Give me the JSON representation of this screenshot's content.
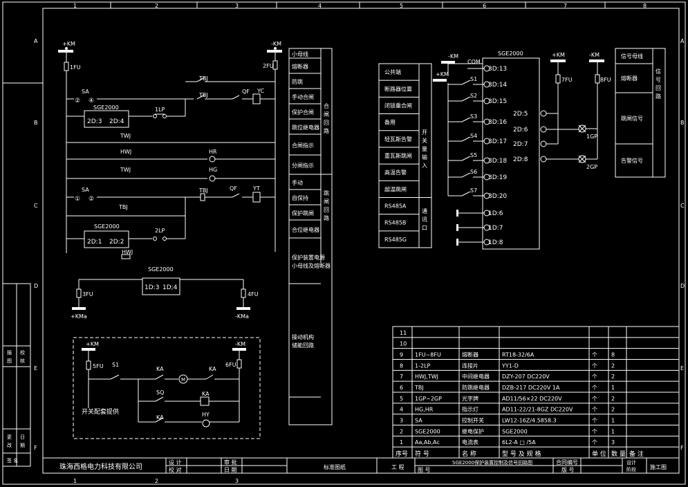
{
  "frame": {
    "columns": [
      "1",
      "2",
      "3",
      "4",
      "5",
      "6",
      "7",
      "8"
    ],
    "rows": [
      "A",
      "B",
      "C",
      "D",
      "E",
      "F"
    ]
  },
  "circuit": {
    "pos_bus": "+KM",
    "neg_bus": "-KM",
    "fuse1": "1FU",
    "fuse2": "2FU",
    "fuse3": "3FU",
    "fuse4": "4FU",
    "fuse5": "5FU",
    "fuse6": "6FU",
    "fuse7": "7FU",
    "fuse8": "8FU",
    "sa": "SA",
    "sa_pos2": "②",
    "sa_pos4": "④",
    "sa_pos1": "①",
    "sa_pos3": "②",
    "relay": "SGE2000",
    "term_2d3": "2D:3",
    "term_2d4": "2D:4",
    "term_2d1": "2D:1",
    "term_2d2": "2D:2",
    "lp1": "1LP",
    "lp2": "2LP",
    "tbj": "TBJ",
    "twj": "TWJ",
    "hwj": "HWJ",
    "hr": "HR",
    "hg": "HG",
    "qf": "QF",
    "yc": "YC",
    "yt": "YT",
    "kma_pos": "+KMa",
    "kma_neg": "-KMa",
    "term_1d3": "1D:3",
    "term_1d4": "1D;4",
    "s1": "S1",
    "ka": "KA",
    "sq": "SQ",
    "m": "M",
    "hy": "HY",
    "supplier_note": "开关配套提供"
  },
  "func_table": {
    "rows": [
      "小母线",
      "熔断器",
      "防跳",
      "手动合闸",
      "保护合闸",
      "跳位继电器",
      "合闸指示",
      "分闸指示",
      "手动",
      "自保持",
      "保护跳闸",
      "合位继电器",
      "保护装置电源\n小母线及熔断器",
      "操动机构\n储能回路"
    ],
    "group_close": "合\n闸\n回\n路",
    "group_trip": "跳\n闸\n回\n路"
  },
  "inputs": {
    "rows": [
      "公共端",
      "断路器位置",
      "闭锁重合闸",
      "备用",
      "轻瓦斯告警",
      "重瓦斯跳闸",
      "高温告警",
      "超温跳闸",
      "RS485A",
      "RS485B",
      "RS485G"
    ],
    "group_input": "开\n关\n量\n输\n入",
    "group_comm": "通\n讯\n口",
    "com": "COM",
    "switches": [
      "S1",
      "S2",
      "S3",
      "S4",
      "S5",
      "S6",
      "S7"
    ],
    "terminals_3d": [
      "3D:13",
      "3D:14",
      "3D:15",
      "3D:16",
      "3D:17",
      "3D:18",
      "3D:19",
      "3D:20"
    ],
    "terminals_1d": [
      "1D:6",
      "1D:7",
      "1D:8"
    ],
    "terminals_2d": [
      "2D:5",
      "2D:6",
      "2D:7",
      "2D:8"
    ],
    "gp1": "1GP",
    "gp2": "2GP"
  },
  "signal_table": {
    "rows": [
      "信号母线",
      "熔断器",
      "跳闸信号",
      "告警信号"
    ],
    "group": "信\n号\n回\n路"
  },
  "bom": {
    "headers": [
      "序号",
      "符 号",
      "名 称",
      "型 号 及 规 格",
      "单 位",
      "数 量",
      "备 注"
    ],
    "rows": [
      [
        "11",
        "",
        "",
        "",
        "",
        "",
        ""
      ],
      [
        "10",
        "",
        "",
        "",
        "",
        "",
        ""
      ],
      [
        "9",
        "1FU~8FU",
        "熔断器",
        "RT18-32/6A",
        "个",
        "8",
        ""
      ],
      [
        "8",
        "1-2LP",
        "连接片",
        "YY1-D",
        "个",
        "2",
        ""
      ],
      [
        "7",
        "HWJ,TWJ",
        "中间继电器",
        "DZY-207 DC220V",
        "个",
        "2",
        ""
      ],
      [
        "6",
        "TBJ",
        "防跳继电器",
        "DZB-217 DC220V 1A",
        "个",
        "1",
        ""
      ],
      [
        "5",
        "1GP~2GP",
        "光字牌",
        "AD11/56×22 DC220V",
        "个",
        "2",
        ""
      ],
      [
        "4",
        "HG,HR",
        "指示灯",
        "AD11-22/21-8GZ DC220V",
        "个",
        "2",
        ""
      ],
      [
        "3",
        "SA",
        "控制开关",
        "LW12-16Z/4.5858.3",
        "个",
        "1",
        ""
      ],
      [
        "2",
        "SGE2000",
        "继电保护",
        "SGE2000",
        "个",
        "1",
        ""
      ],
      [
        "1",
        "Aa,Ab,Ac",
        "电流表",
        "6L2-A □ /5A",
        "个",
        "3",
        ""
      ]
    ]
  },
  "title_block": {
    "company": "珠海西格电力科技有限公司",
    "design": "设 计",
    "check": "校 对",
    "review": "审 批",
    "date": "日 期",
    "std": "标准图纸",
    "project": "工 程",
    "drawing_title": "SGE2000保护装置控制及信号回路图",
    "contract": "合同编号",
    "drawing_no": "图 号",
    "version": "版 号",
    "stage_label": "设计\n阶段",
    "stage": "施工图"
  },
  "side_block": {
    "items": [
      "描 图",
      "校 核",
      "更 改",
      "日 期",
      "签 名"
    ]
  }
}
